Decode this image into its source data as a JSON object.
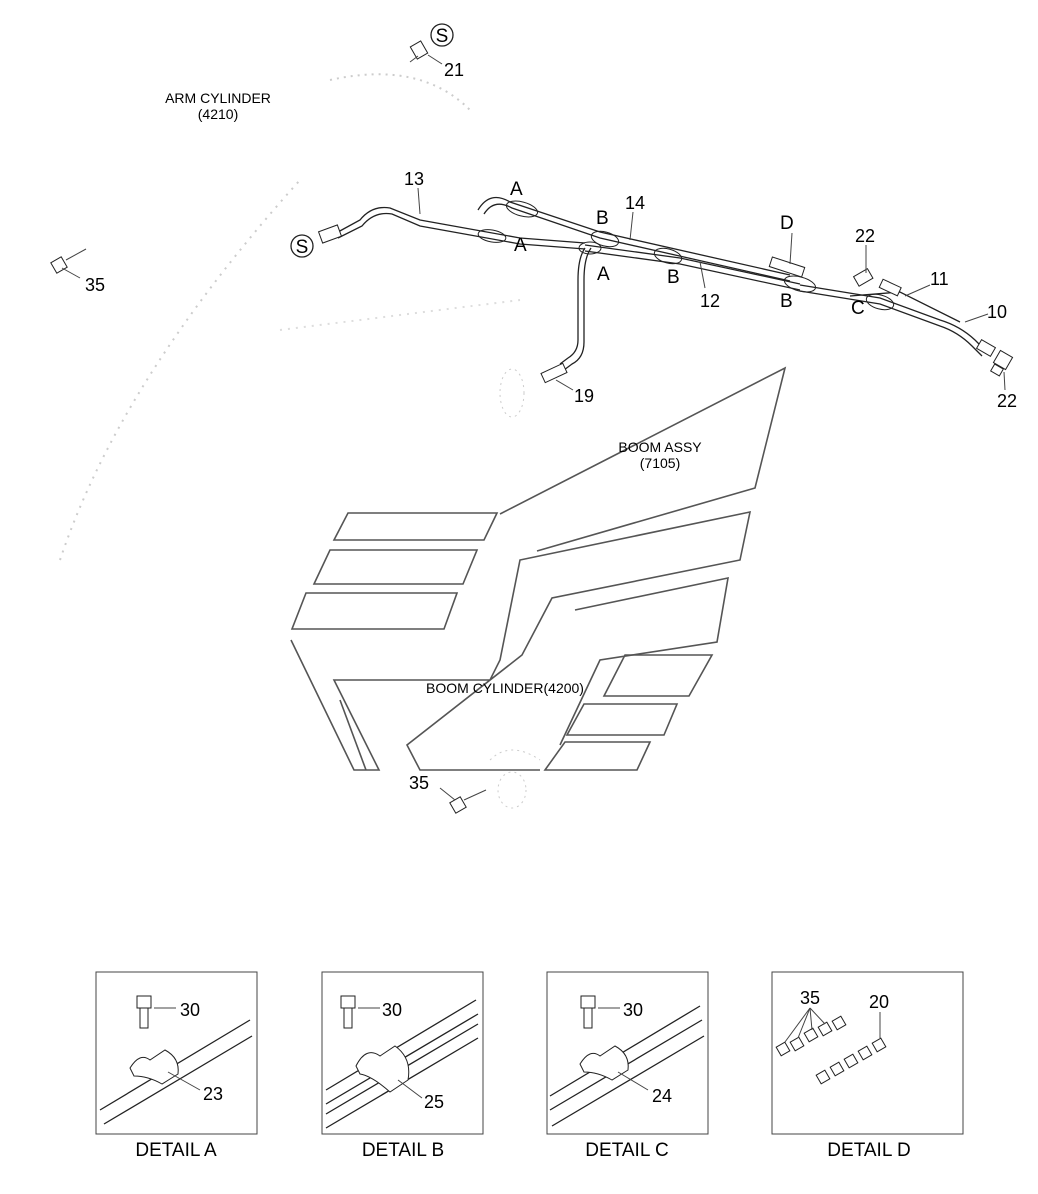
{
  "labels": {
    "arm_cylinder": "ARM CYLINDER",
    "arm_cylinder_code": "(4210)",
    "boom_assy": "BOOM ASSY",
    "boom_assy_code": "(7105)",
    "boom_cylinder": "BOOM CYLINDER(4200)"
  },
  "callouts": {
    "p10": "10",
    "p11": "11",
    "p12": "12",
    "p13": "13",
    "p14": "14",
    "p19": "19",
    "p21": "21",
    "p22a": "22",
    "p22b": "22",
    "p35a": "35",
    "p35b": "35"
  },
  "section_letters": {
    "s1": "S",
    "s2": "S",
    "a1": "A",
    "a2": "A",
    "a3": "A",
    "b1": "B",
    "b2": "B",
    "b3": "B",
    "c1": "C",
    "d1": "D"
  },
  "details": [
    {
      "title": "DETAIL A",
      "bolt": "30",
      "clamp": "23"
    },
    {
      "title": "DETAIL B",
      "bolt": "30",
      "clamp": "25"
    },
    {
      "title": "DETAIL C",
      "bolt": "30",
      "clamp": "24"
    },
    {
      "title": "DETAIL D",
      "fitting_group": "35",
      "fitting": "20"
    }
  ]
}
